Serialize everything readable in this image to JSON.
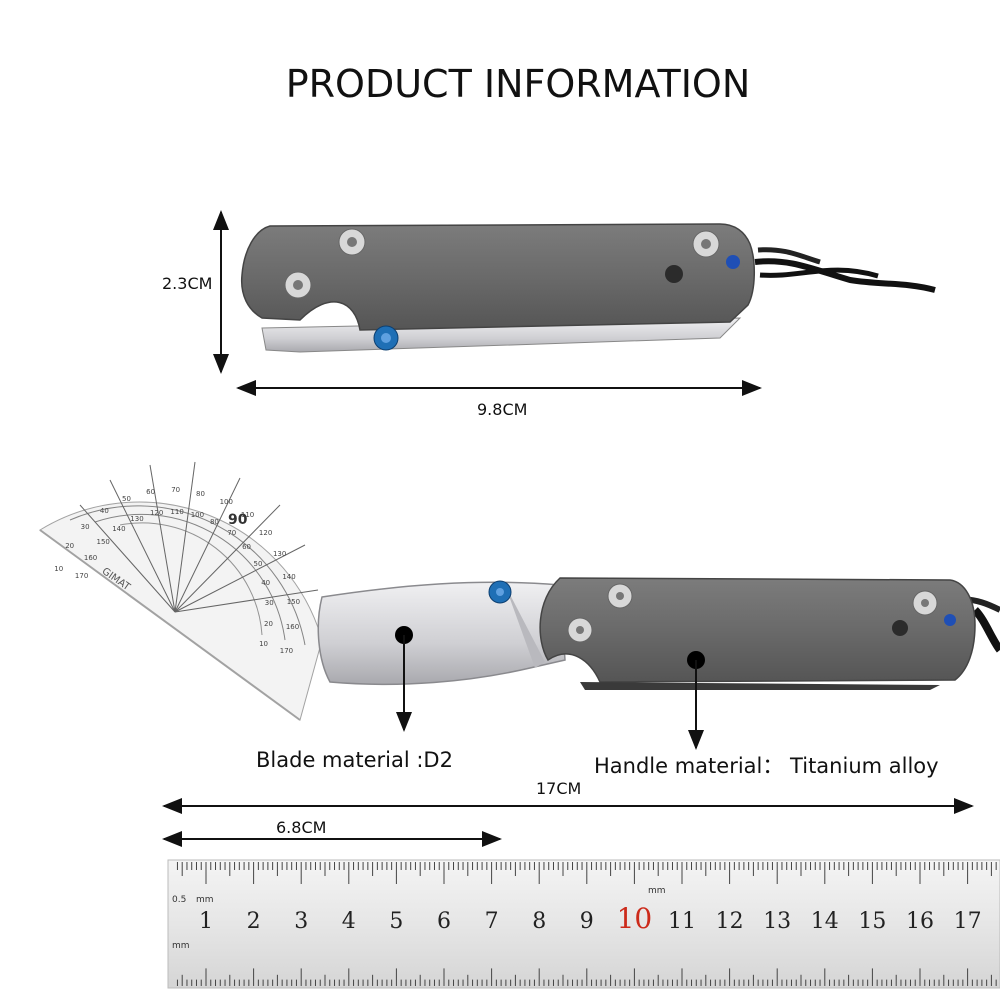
{
  "title": "PRODUCT INFORMATION",
  "dimensions": {
    "height": "2.3CM",
    "closed_length": "9.8CM",
    "open_length": "17CM",
    "blade_length": "6.8CM"
  },
  "materials": {
    "blade": "Blade material :D2",
    "handle": "Handle material： Titanium alloy"
  },
  "ruler": {
    "unit_mark": "mm",
    "small_label": "0.5",
    "numbers": [
      "1",
      "2",
      "3",
      "4",
      "5",
      "6",
      "7",
      "8",
      "9",
      "10",
      "11",
      "12",
      "13",
      "14",
      "15",
      "16",
      "17"
    ],
    "highlight": "10",
    "highlight_color": "#cc2a1a"
  },
  "protractor": {
    "brand": "GIMAT",
    "top_value": "90",
    "scale_outer": [
      "10",
      "20",
      "30",
      "40",
      "50",
      "60",
      "70",
      "80",
      "100",
      "110",
      "120",
      "130",
      "140",
      "150",
      "160",
      "170"
    ],
    "scale_inner": [
      "170",
      "160",
      "150",
      "140",
      "130",
      "120",
      "110",
      "100",
      "80",
      "70",
      "60",
      "50",
      "40",
      "30",
      "20",
      "10"
    ]
  },
  "colors": {
    "handle": "#6f6f6f",
    "blade": "#d9d9db",
    "screw_blue": "#1f6fb5",
    "arrow": "#111111"
  }
}
